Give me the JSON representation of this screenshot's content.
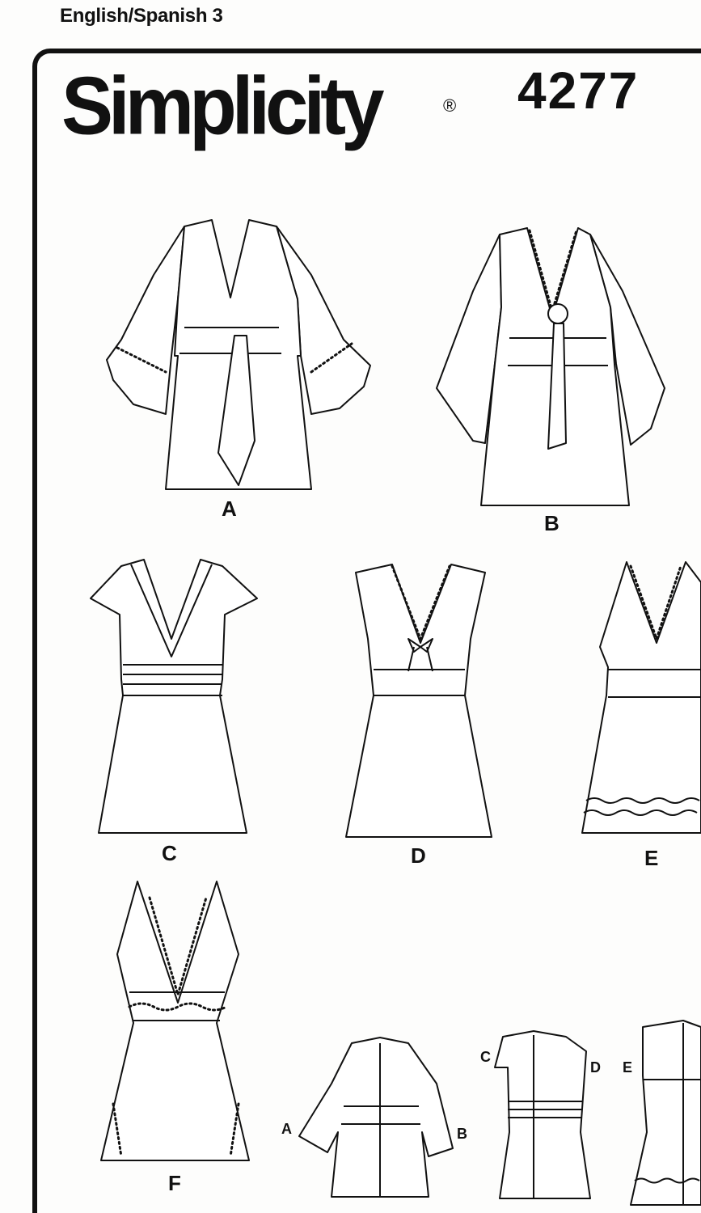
{
  "header": {
    "language_page": "English/Spanish 3"
  },
  "brand": {
    "name": "Simplicity",
    "registered": "®",
    "pattern_number": "4277"
  },
  "views": {
    "front": [
      "A",
      "B",
      "C",
      "D",
      "E",
      "F"
    ],
    "back": [
      "A",
      "B",
      "C",
      "D",
      "E"
    ]
  }
}
